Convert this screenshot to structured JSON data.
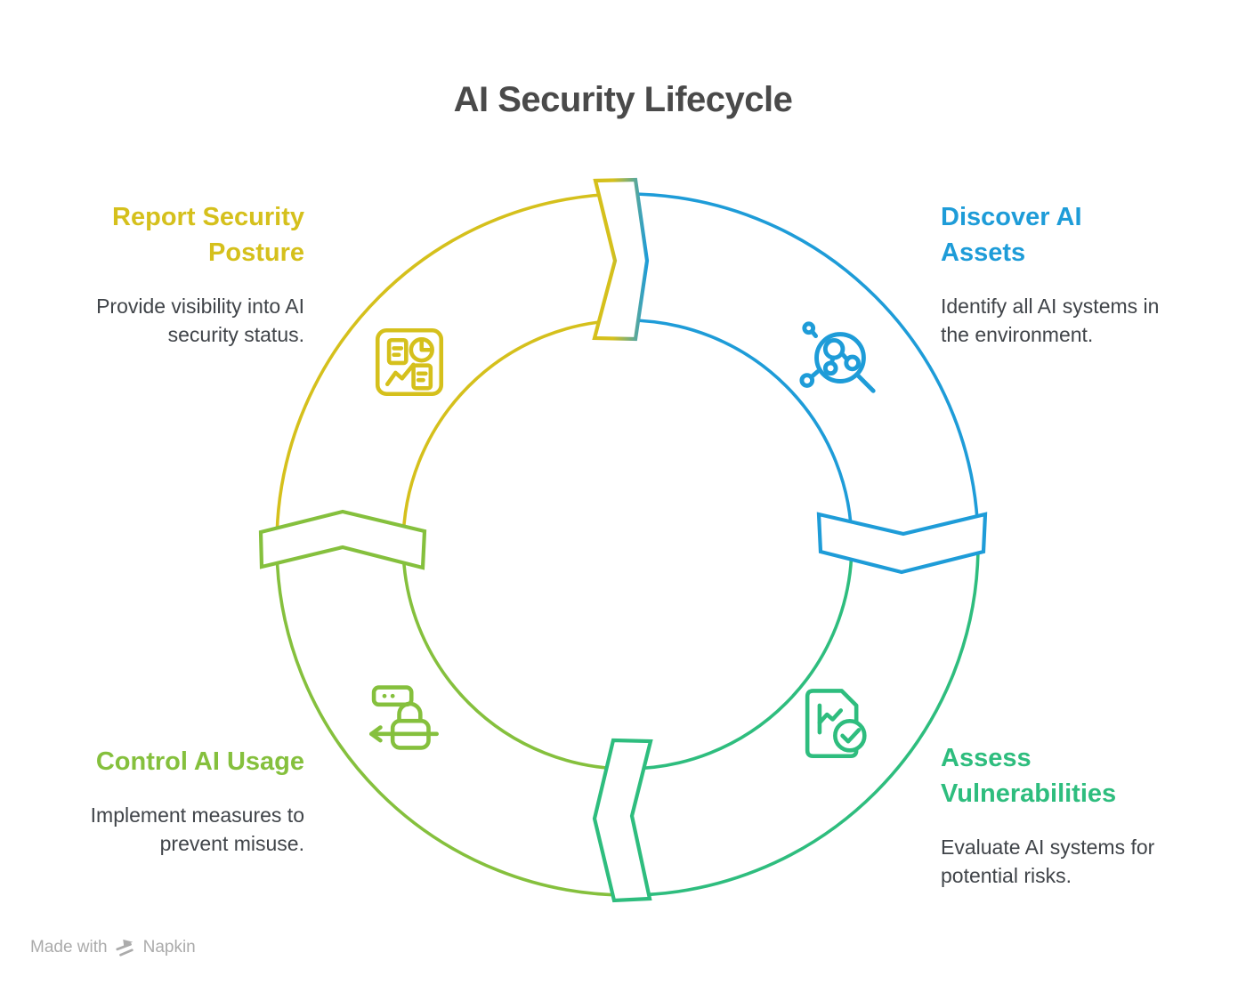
{
  "title": "AI Security Lifecycle",
  "colors": {
    "title": "#4A4A4A",
    "body": "#404449",
    "watermark": "#ABABAB",
    "background": "#FFFFFF"
  },
  "steps": [
    {
      "id": "discover",
      "label": "Discover AI\nAssets",
      "description": "Identify all AI systems in\nthe environment.",
      "color": "#1E9CD8",
      "icon": "magnifier-network-icon"
    },
    {
      "id": "assess",
      "label": "Assess\nVulnerabilities",
      "description": "Evaluate AI systems for\npotential risks.",
      "color": "#2EBD7E",
      "icon": "document-check-icon"
    },
    {
      "id": "control",
      "label": "Control AI Usage",
      "description": "Implement measures to\nprevent misuse.",
      "color": "#85C03D",
      "icon": "lock-arrow-icon"
    },
    {
      "id": "report",
      "label": "Report Security\nPosture",
      "description": "Provide visibility into AI\nsecurity status.",
      "color": "#D5C01C",
      "icon": "report-dashboard-icon"
    }
  ],
  "watermark": {
    "prefix": "Made with",
    "brand": "Napkin"
  }
}
